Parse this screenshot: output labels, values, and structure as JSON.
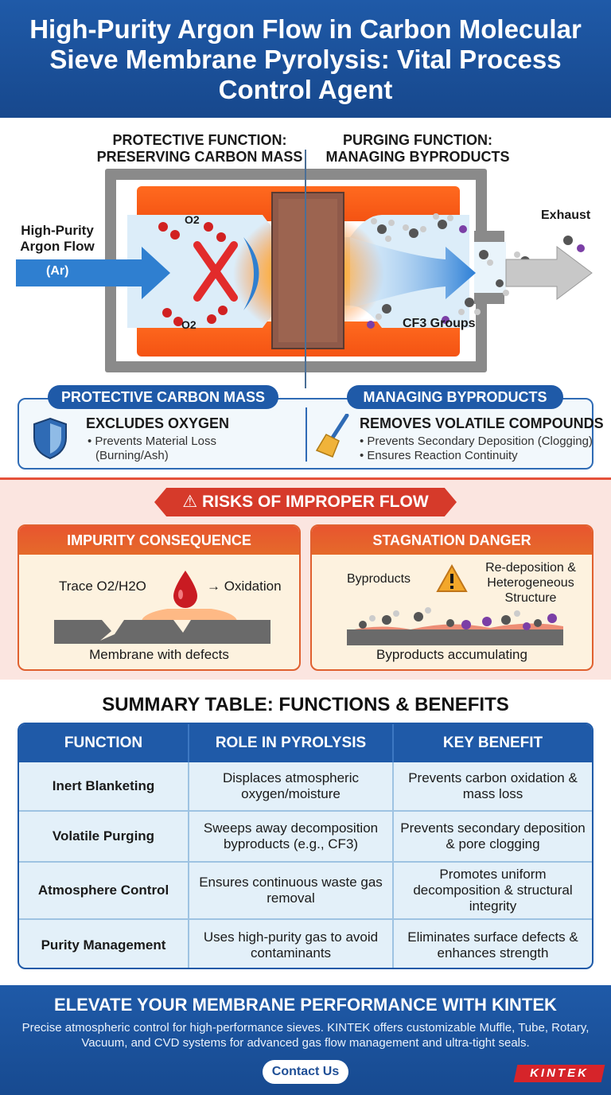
{
  "header": {
    "title": "High-Purity Argon Flow in Carbon Molecular Sieve Membrane Pyrolysis: Vital Process Control Agent"
  },
  "diagram": {
    "left_function": "PROTECTIVE FUNCTION: PRESERVING CARBON MASS",
    "right_function": "PURGING FUNCTION: MANAGING BYPRODUCTS",
    "inlet_label": "High-Purity Argon Flow",
    "inlet_symbol": "(Ar)",
    "oxygen_label_top": "O2",
    "oxygen_label_bottom": "O2",
    "byproduct_label": "CF3 Groups",
    "exhaust_label": "Exhaust"
  },
  "info": {
    "left": {
      "pill": "PROTECTIVE CARBON MASS",
      "icon": "shield-icon",
      "title": "EXCLUDES OXYGEN",
      "bullets": [
        "• Prevents Material Loss",
        "(Burning/Ash)"
      ]
    },
    "right": {
      "pill": "MANAGING BYPRODUCTS",
      "icon": "broom-icon",
      "title": "REMOVES VOLATILE COMPOUNDS",
      "bullets": [
        "• Prevents Secondary Deposition (Clogging)",
        "• Ensures Reaction Continuity"
      ]
    }
  },
  "risks": {
    "banner": "RISKS OF IMPROPER FLOW",
    "impurity": {
      "title": "IMPURITY CONSEQUENCE",
      "trace": "Trace O2/H2O",
      "arrow_text": "→ Oxidation",
      "caption": "Membrane with defects"
    },
    "stagnation": {
      "title": "STAGNATION DANGER",
      "byproducts": "Byproducts",
      "redeposition_1": "Re-deposition &",
      "redeposition_2": "Heterogeneous",
      "redeposition_3": "Structure",
      "caption": "Byproducts accumulating"
    }
  },
  "summary": {
    "title": "SUMMARY TABLE: FUNCTIONS & BENEFITS",
    "headers": [
      "FUNCTION",
      "ROLE IN PYROLYSIS",
      "KEY BENEFIT"
    ],
    "rows": [
      [
        "Inert Blanketing",
        "Displaces atmospheric oxygen/moisture",
        "Prevents carbon oxidation & mass loss"
      ],
      [
        "Volatile Purging",
        "Sweeps away decomposition byproducts (e.g., CF3)",
        "Prevents secondary deposition & pore clogging"
      ],
      [
        "Atmosphere Control",
        "Ensures continuous waste gas removal",
        "Promotes uniform decomposition & structural integrity"
      ],
      [
        "Purity Management",
        "Uses high-purity gas to avoid contaminants",
        "Eliminates surface defects & enhances strength"
      ]
    ]
  },
  "footer": {
    "title": "ELEVATE YOUR MEMBRANE PERFORMANCE WITH KINTEK",
    "text": "Precise atmospheric control for high-performance sieves. KINTEK offers customizable Muffle, Tube, Rotary, Vacuum, and CVD systems for advanced gas flow management and ultra-tight seals.",
    "button": "Contact Us",
    "logo": "KINTEK"
  }
}
